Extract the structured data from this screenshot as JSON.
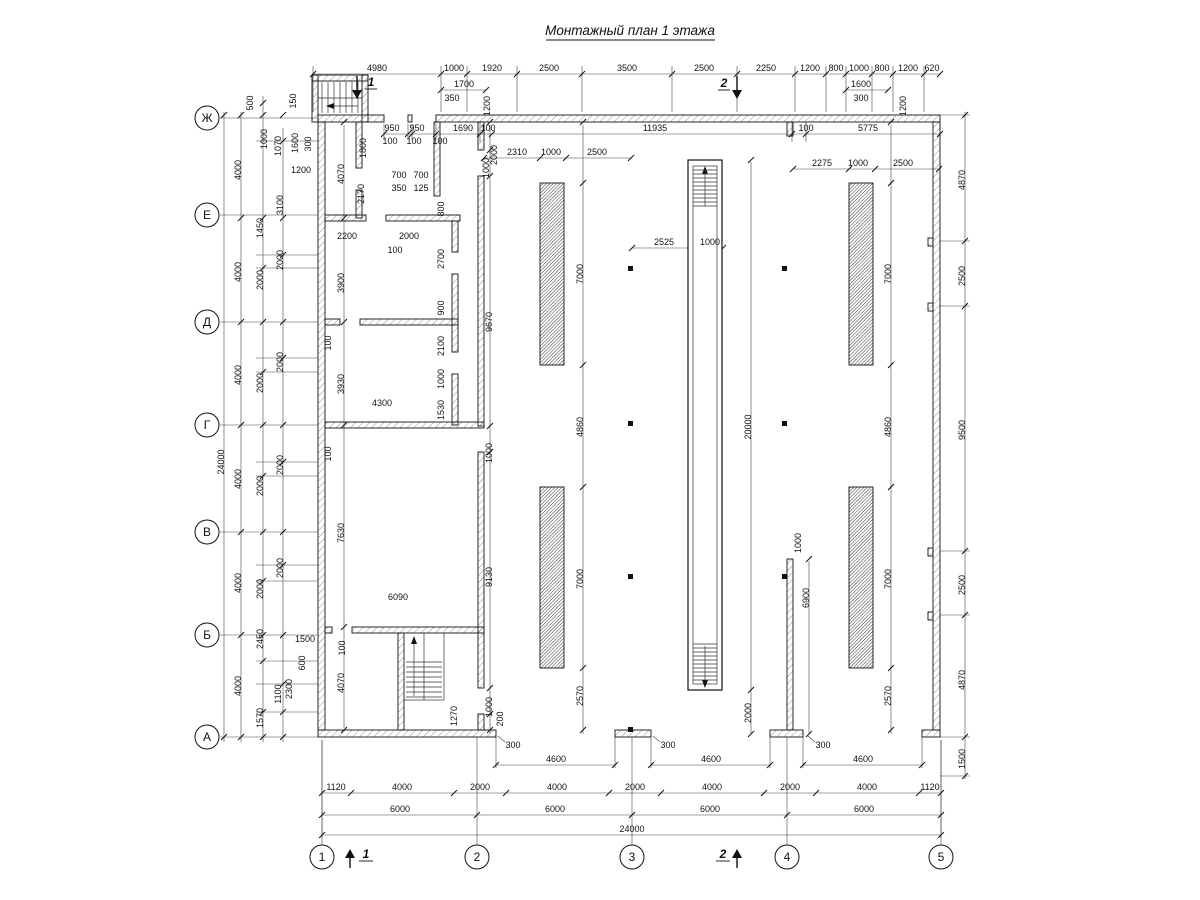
{
  "title": "Монтажный план 1 этажа",
  "axis_rows": [
    "Ж",
    "Е",
    "Д",
    "Г",
    "В",
    "Б",
    "А"
  ],
  "axis_cols": [
    "1",
    "2",
    "3",
    "4",
    "5"
  ],
  "section_marks": {
    "top_left": "1",
    "top_right": "2",
    "bottom_left": "1",
    "bottom_right": "2"
  },
  "dims": {
    "top_chain": [
      "4980",
      "1000",
      "1920",
      "2500",
      "3500",
      "2500",
      "2250",
      "1200",
      "800",
      "1000",
      "800",
      "1200",
      "620"
    ],
    "top_sub": [
      "1700",
      "350",
      "1200",
      "1600",
      "300",
      "1200"
    ],
    "inner_top": [
      "950",
      "950",
      "1690",
      "100",
      "100",
      "100",
      "100",
      "11935",
      "100",
      "5775",
      "1800",
      "2000",
      "1000"
    ],
    "left_total": [
      "24000"
    ],
    "left_spans": [
      "4000",
      "4000",
      "4000",
      "4000",
      "4000",
      "4000"
    ],
    "left_sub": [
      "500",
      "150",
      "1600",
      "300",
      "1000",
      "1070",
      "1200",
      "3100",
      "1450",
      "2000",
      "2000",
      "2000",
      "2000",
      "2000",
      "2000",
      "2000",
      "2000",
      "2450",
      "1100",
      "2300",
      "1570",
      "1500",
      "600"
    ],
    "left_wing": [
      "4070",
      "2170",
      "700",
      "700",
      "350",
      "125",
      "2200",
      "2000",
      "100",
      "3900",
      "800",
      "2700",
      "900",
      "2100",
      "1000",
      "1530",
      "100",
      "3930",
      "4300",
      "100",
      "7630",
      "6090",
      "100",
      "4070",
      "1270"
    ],
    "mid_wall": [
      "9670",
      "1000",
      "9130",
      "1000",
      "200"
    ],
    "hall": [
      "2310",
      "1000",
      "2500",
      "2275",
      "1000",
      "2500",
      "2525",
      "1000",
      "7000",
      "7000",
      "4860",
      "2570",
      "7000",
      "7000",
      "4860",
      "2570",
      "20000",
      "2000",
      "6900",
      "1000"
    ],
    "right_chain": [
      "4870",
      "2500",
      "9500",
      "2500",
      "4870",
      "1500"
    ],
    "bottom_doors": [
      "300",
      "300",
      "300",
      "4600",
      "4600",
      "4600"
    ],
    "bottom_chain": [
      "1120",
      "4000",
      "2000",
      "4000",
      "2000",
      "4000",
      "2000",
      "4000",
      "1120"
    ],
    "bottom_spans": [
      "6000",
      "6000",
      "6000",
      "6000"
    ],
    "bottom_total": [
      "24000"
    ]
  }
}
